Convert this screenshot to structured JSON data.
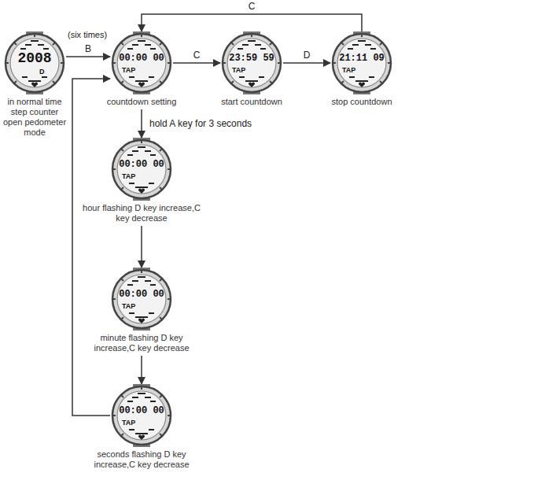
{
  "diagram": {
    "nodes": [
      {
        "text": [
          "2008",
          "D",
          "in normal time step counter open pedometer mode"
        ]
      },
      {
        "text": [
          "00:00 00",
          "TAP",
          "countdown setting"
        ]
      },
      {
        "text": [
          "23:59 59",
          "TAP",
          "start countdown"
        ]
      },
      {
        "text": [
          "21:11 09",
          "TAP",
          "stop countdown"
        ]
      },
      {
        "text": [
          "00:00 00",
          "TAP",
          "hour flashing D key increase,C key decrease"
        ]
      },
      {
        "text": [
          "00:00 00",
          "TAP",
          "minute flashing D key increase,C key decrease"
        ]
      },
      {
        "text": [
          "00:00 00",
          "TAP",
          "seconds flashing D key increase,C key decrease"
        ]
      }
    ],
    "edges": [
      {
        "from": 0,
        "to": 1,
        "label": "B",
        "arrow": "to"
      },
      {
        "from": 1,
        "to": 2,
        "label": "C",
        "arrow": "to"
      },
      {
        "from": 2,
        "to": 3,
        "label": "D",
        "arrow": "to"
      },
      {
        "from": 3,
        "to": 1,
        "label": "C",
        "arrow": "to"
      },
      {
        "from": 1,
        "to": 4,
        "label": "hold A key for 3 seconds",
        "arrow": "to"
      },
      {
        "from": 4,
        "to": 5,
        "arrow": "to"
      },
      {
        "from": 5,
        "to": 6,
        "arrow": "to"
      },
      {
        "from": 6,
        "to": 1,
        "arrow": "to"
      }
    ],
    "labels": [
      "(six times)"
    ]
  }
}
